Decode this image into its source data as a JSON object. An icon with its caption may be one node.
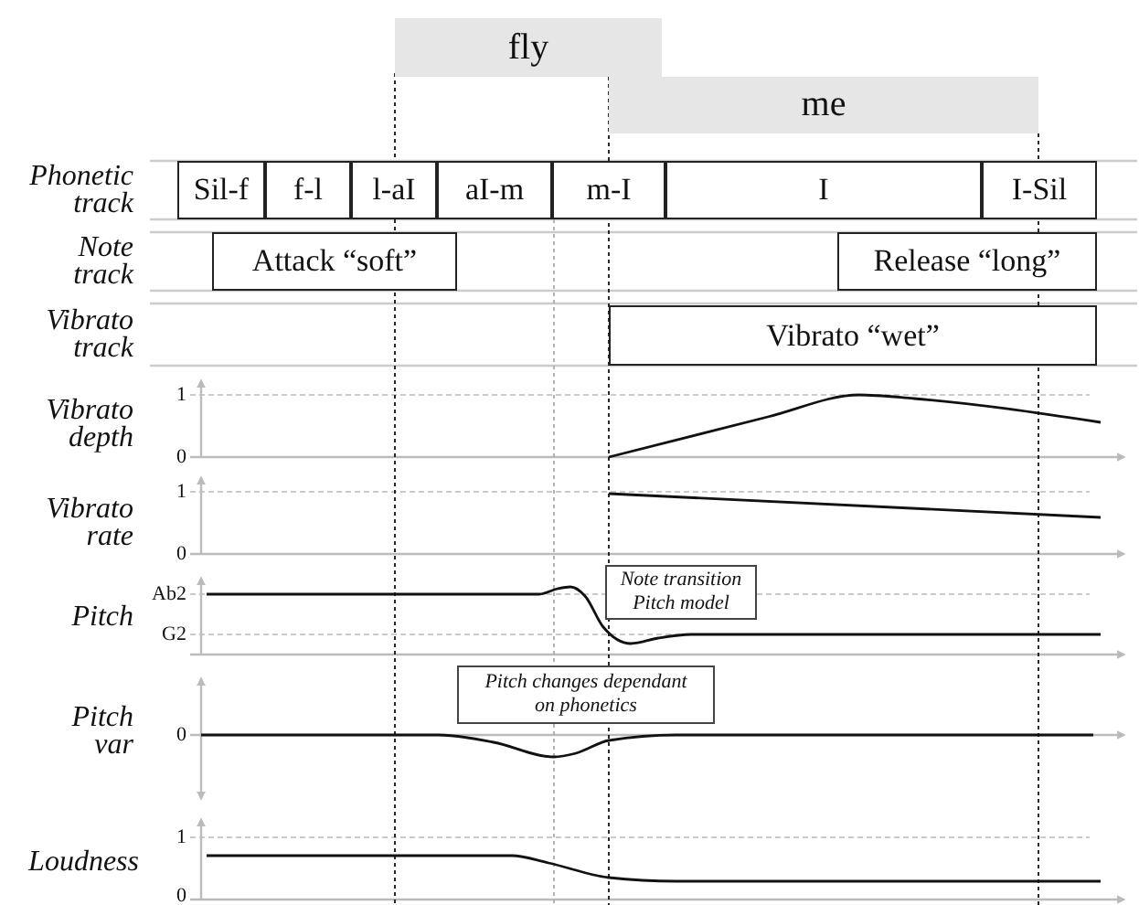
{
  "diagram": {
    "nodes": [
      {
        "text": [
          "fly"
        ]
      },
      {
        "text": [
          "me"
        ]
      },
      {
        "text": [
          "Sil-f"
        ]
      },
      {
        "text": [
          "f-l"
        ]
      },
      {
        "text": [
          "l-aI"
        ]
      },
      {
        "text": [
          "aI-m"
        ]
      },
      {
        "text": [
          "m-I"
        ]
      },
      {
        "text": [
          "I"
        ]
      },
      {
        "text": [
          "I-Sil"
        ]
      },
      {
        "text": [
          "Attack “soft”"
        ]
      },
      {
        "text": [
          "Release “long”"
        ]
      },
      {
        "text": [
          "Vibrato “wet”"
        ]
      },
      {
        "text": [
          "Note transition Pitch model"
        ]
      },
      {
        "text": [
          "Pitch changes dependant on phonetics"
        ]
      }
    ],
    "labels": [
      "Phonetic track",
      "Note track",
      "Vibrato track",
      "Vibrato depth",
      "1",
      "0",
      "Vibrato rate",
      "1",
      "0",
      "Pitch",
      "Ab2",
      "G2",
      "Pitch var",
      "0",
      "Loudness",
      "1",
      "0"
    ]
  }
}
